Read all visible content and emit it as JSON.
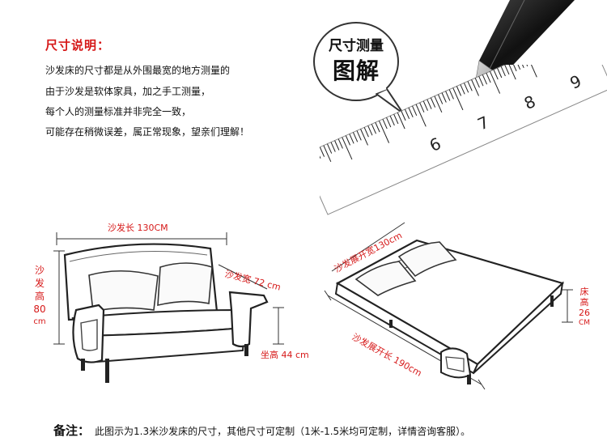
{
  "intro": {
    "title": "尺寸说明：",
    "lines": [
      "沙发床的尺寸都是从外围最宽的地方测量的",
      "由于沙发是软体家具，加之手工测量，",
      "每个人的测量标准并非完全一致，",
      "可能存在稍微误差，属正常现象，望亲们理解！"
    ]
  },
  "bubble": {
    "line1": "尺寸测量",
    "line2": "图解"
  },
  "ruler": {
    "numbers": [
      "6",
      "7",
      "8",
      "9"
    ]
  },
  "sofa": {
    "length": "沙发长 130CM",
    "width": "沙发宽 72 cm",
    "height_chars": [
      "沙",
      "发",
      "高",
      "80",
      "cm"
    ],
    "seat_height": "坐高 44 cm"
  },
  "bed": {
    "unfold_width": "沙发展开宽130cm",
    "unfold_length": "沙发展开长 190cm",
    "bed_height_chars": [
      "床",
      "高",
      "26",
      "CM"
    ]
  },
  "footer": {
    "label": "备注：",
    "text": "此图示为1.3米沙发床的尺寸，其他尺寸可定制（1米-1.5米均可定制，详情咨询客服）。"
  },
  "colors": {
    "accent_red": "#d61818",
    "ink": "#111111"
  }
}
